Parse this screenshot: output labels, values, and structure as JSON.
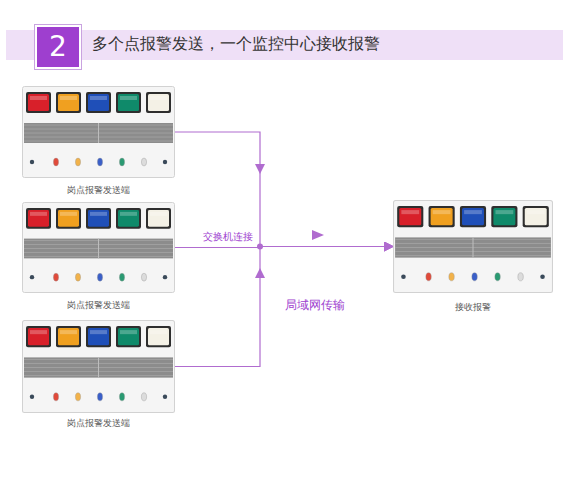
{
  "diagram": {
    "title": "多个点报警发送，一个监控中心接收报警",
    "nodes": [
      {
        "text": [
          "岗点报警发送端"
        ]
      },
      {
        "text": [
          "岗点报警发送端"
        ]
      },
      {
        "text": [
          "岗点报警发送端"
        ]
      },
      {
        "text": [
          "接收报警"
        ]
      }
    ],
    "edges": [
      {
        "from": 0,
        "to": 3,
        "arrow": "to"
      },
      {
        "from": 1,
        "to": 3,
        "label": "交换机连接",
        "arrow": "to"
      },
      {
        "from": 2,
        "to": 3,
        "arrow": "to"
      }
    ],
    "labels": [
      "2",
      "局域网传输"
    ]
  }
}
